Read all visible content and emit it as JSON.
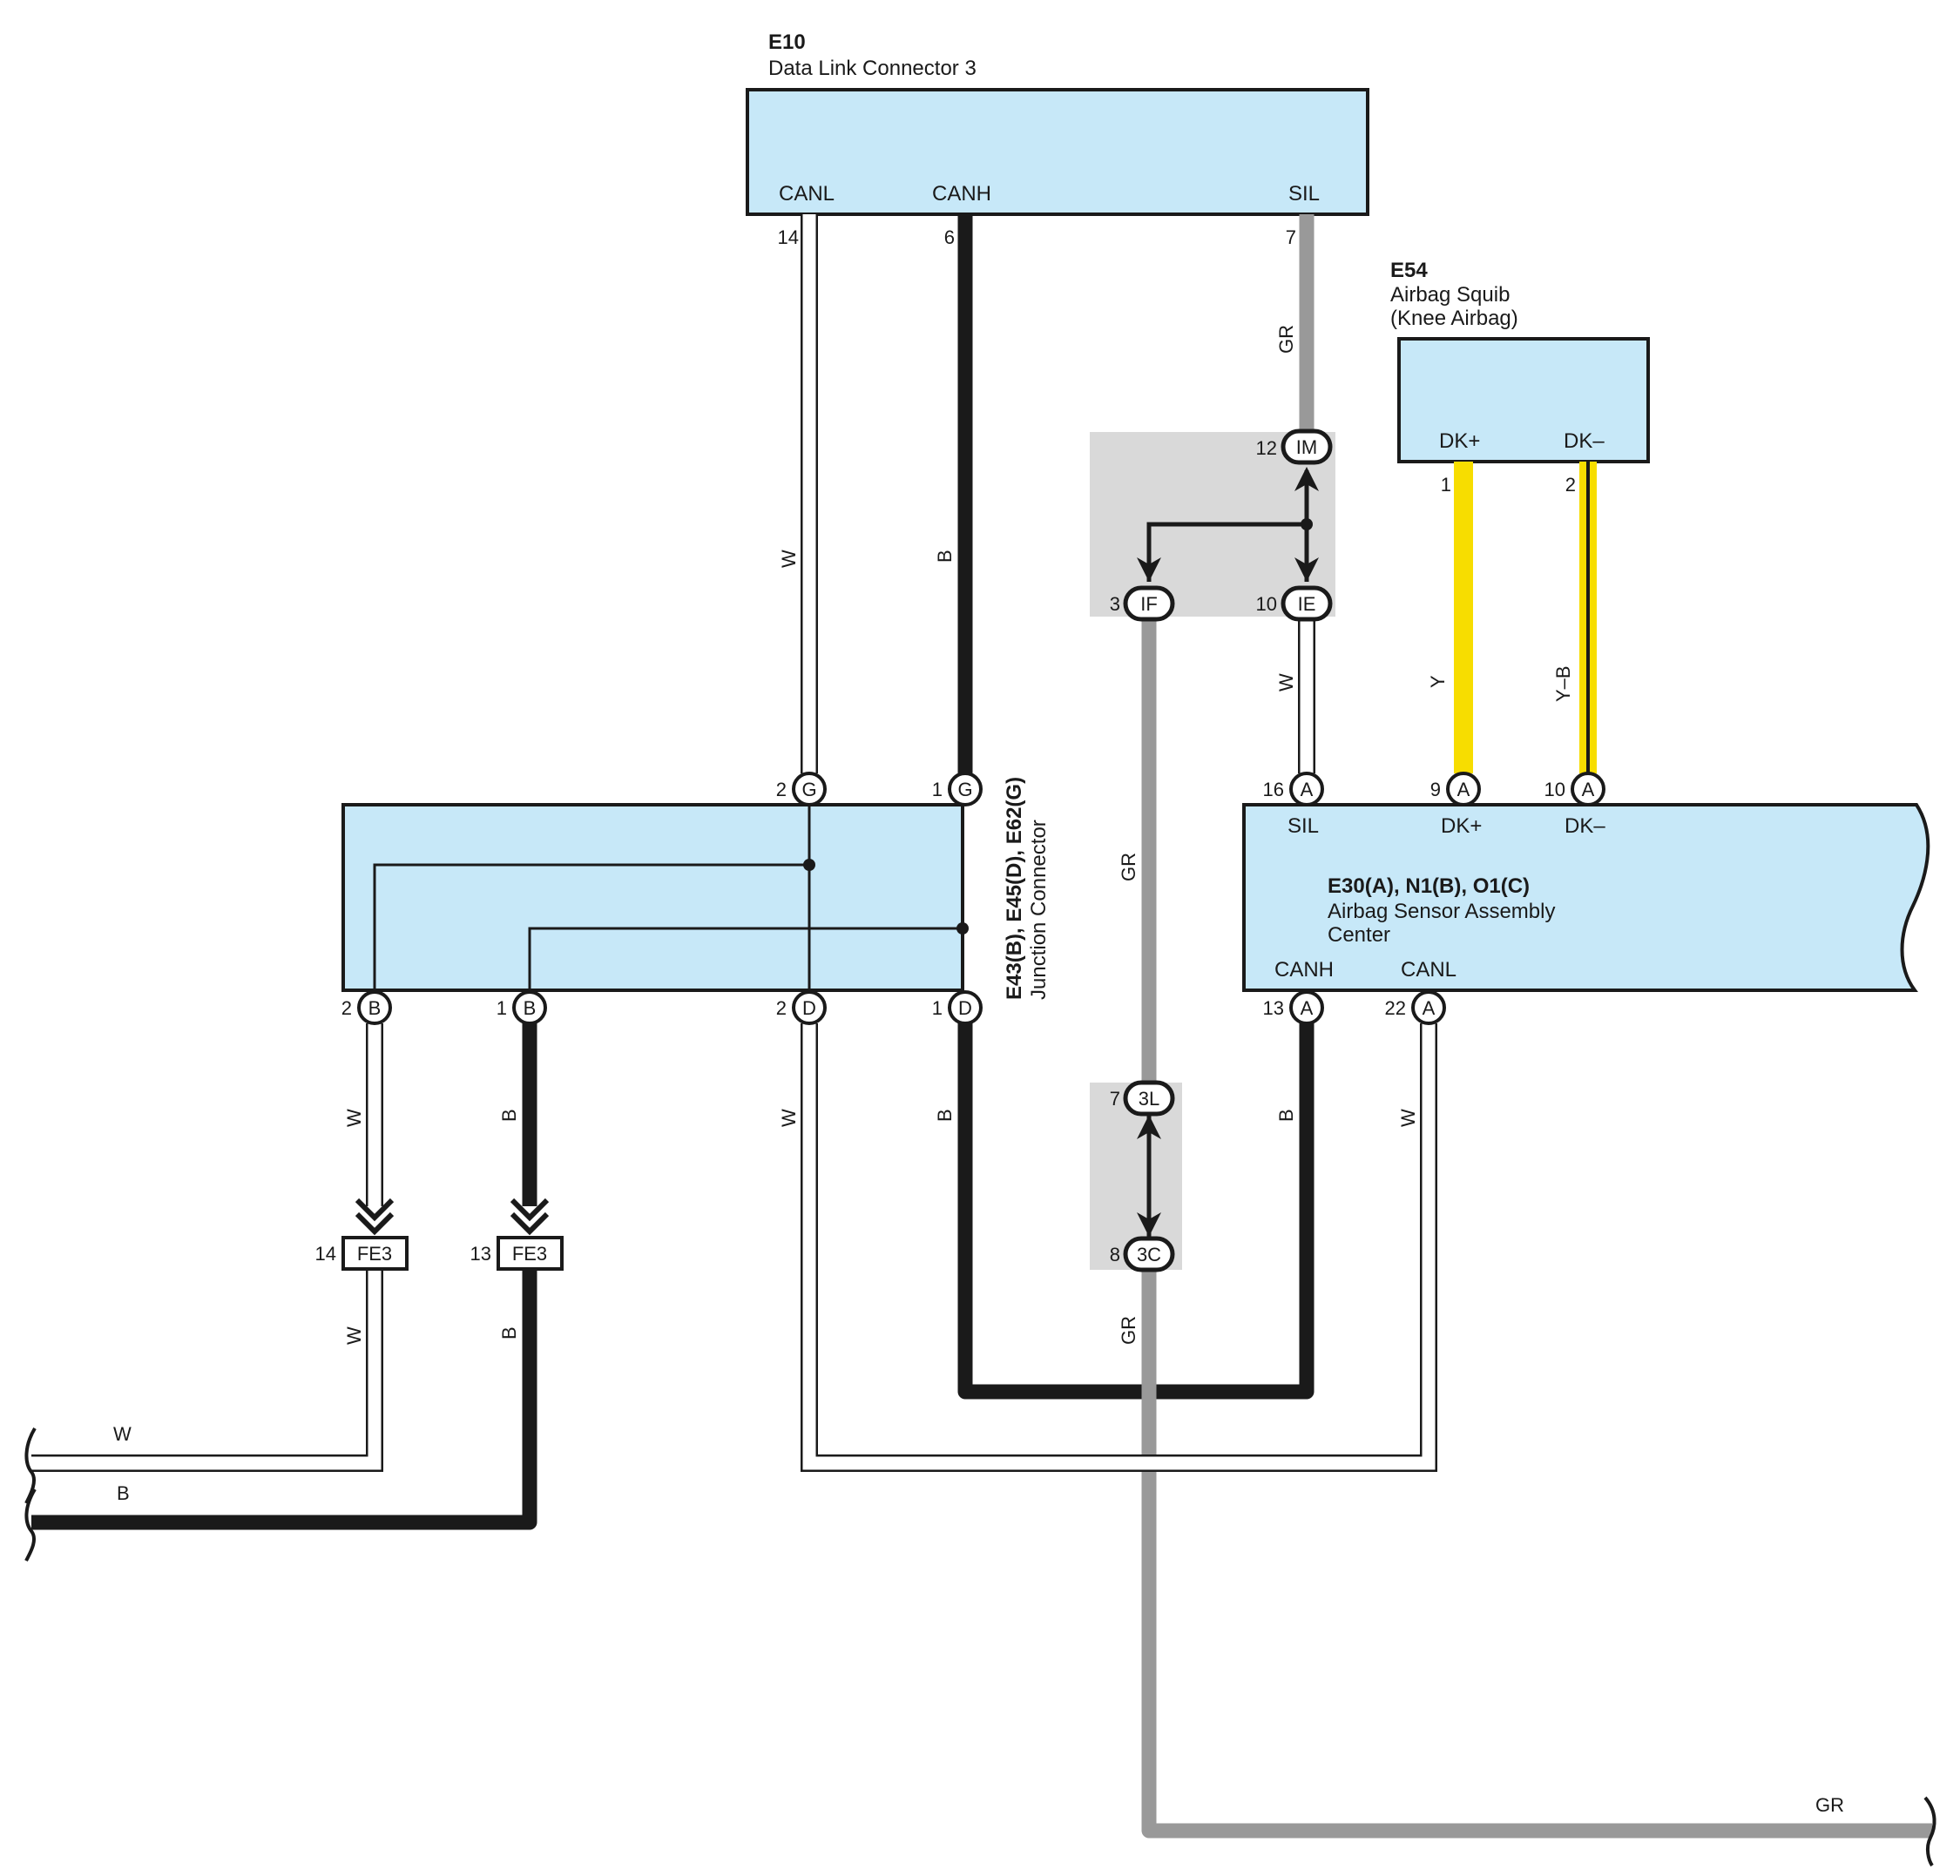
{
  "components": {
    "e10": {
      "id": "E10",
      "name": "Data Link Connector 3",
      "terminals": {
        "canl": "CANL",
        "canh": "CANH",
        "sil": "SIL"
      }
    },
    "e54": {
      "id": "E54",
      "name_line1": "Airbag Squib",
      "name_line2": "(Knee Airbag)",
      "terminals": {
        "dkp": "DK+",
        "dkm": "DK–"
      }
    },
    "junction": {
      "id": "E43(B), E45(D), E62(G)",
      "name": "Junction Connector"
    },
    "airbag_center": {
      "id": "E30(A), N1(B), O1(C)",
      "name_line1": "Airbag Sensor Assembly",
      "name_line2": "Center",
      "terminals": {
        "sil": "SIL",
        "dkp": "DK+",
        "dkm": "DK–",
        "canh": "CANH",
        "canl": "CANL"
      }
    }
  },
  "pins": {
    "e10_canl": "14",
    "e10_canh": "6",
    "e10_sil": "7",
    "e54_dkp": "1",
    "e54_dkm": "2",
    "im": "12",
    "if": "3",
    "ie": "10",
    "jg_canl": "2",
    "jg_canh": "1",
    "ab_sil": "16",
    "ab_dkp": "9",
    "ab_dkm": "10",
    "jb2": "2",
    "jb1": "1",
    "jd2": "2",
    "jd1": "1",
    "ab_canh": "13",
    "ab_canl": "22",
    "l3": "7",
    "c3": "8",
    "fe3a": "14",
    "fe3b": "13"
  },
  "connector_codes": {
    "im": "IM",
    "if": "IF",
    "ie": "IE",
    "l3": "3L",
    "c3": "3C",
    "g": "G",
    "a": "A",
    "b": "B",
    "d": "D",
    "fe3": "FE3"
  },
  "wire_colors": {
    "w": "W",
    "b": "B",
    "gr": "GR",
    "y": "Y",
    "yb": "Y–B"
  },
  "colors": {
    "component_fill": "#c7e8f8",
    "splice_fill": "#d9d9d9",
    "wire_black": "#1a1a1a",
    "wire_gray": "#999999",
    "wire_yellow": "#f7dd00",
    "wire_white": "#ffffff"
  }
}
